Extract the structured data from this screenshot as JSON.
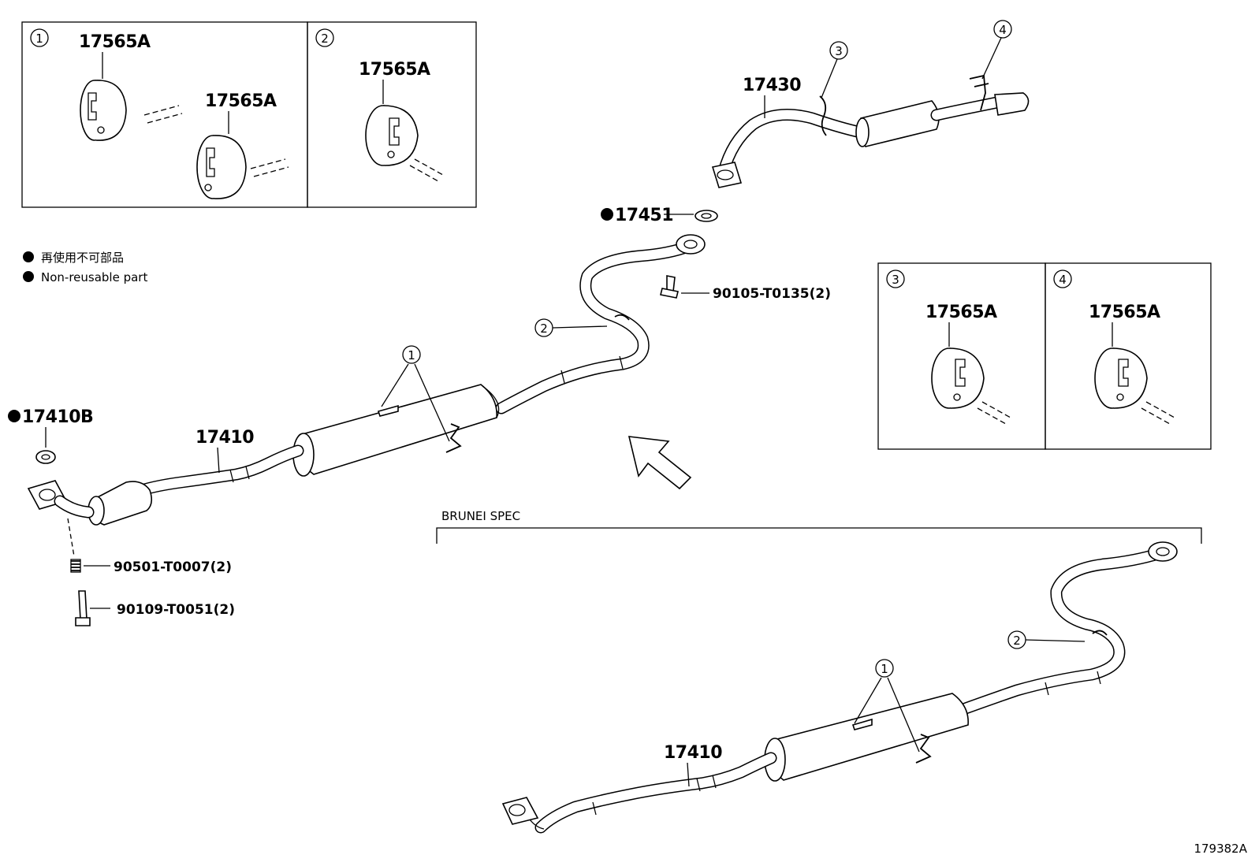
{
  "callout_panels": {
    "panel_1": {
      "number": "1",
      "labels": [
        "17565A",
        "17565A"
      ]
    },
    "panel_2": {
      "number": "2",
      "label": "17565A"
    },
    "panel_3": {
      "number": "3",
      "label": "17565A"
    },
    "panel_4": {
      "number": "4",
      "label": "17565A"
    }
  },
  "legend": {
    "line_jp": "再使用不可部品",
    "line_en": "Non-reusable part"
  },
  "main_assembly": {
    "gasket_front": "17410B",
    "front_pipe": "17410",
    "gasket_center": "17451",
    "tail_pipe": "17430",
    "bolt_center": "90105-T0135(2)",
    "spring": "90501-T0007(2)",
    "bolt_front": "90109-T0051(2)",
    "callouts": {
      "c1": "1",
      "c2": "2",
      "c3": "3",
      "c4": "4"
    }
  },
  "brunei": {
    "title": "BRUNEI SPEC",
    "front_pipe": "17410",
    "callouts": {
      "c1": "1",
      "c2": "2"
    }
  },
  "figure_id": "179382A"
}
